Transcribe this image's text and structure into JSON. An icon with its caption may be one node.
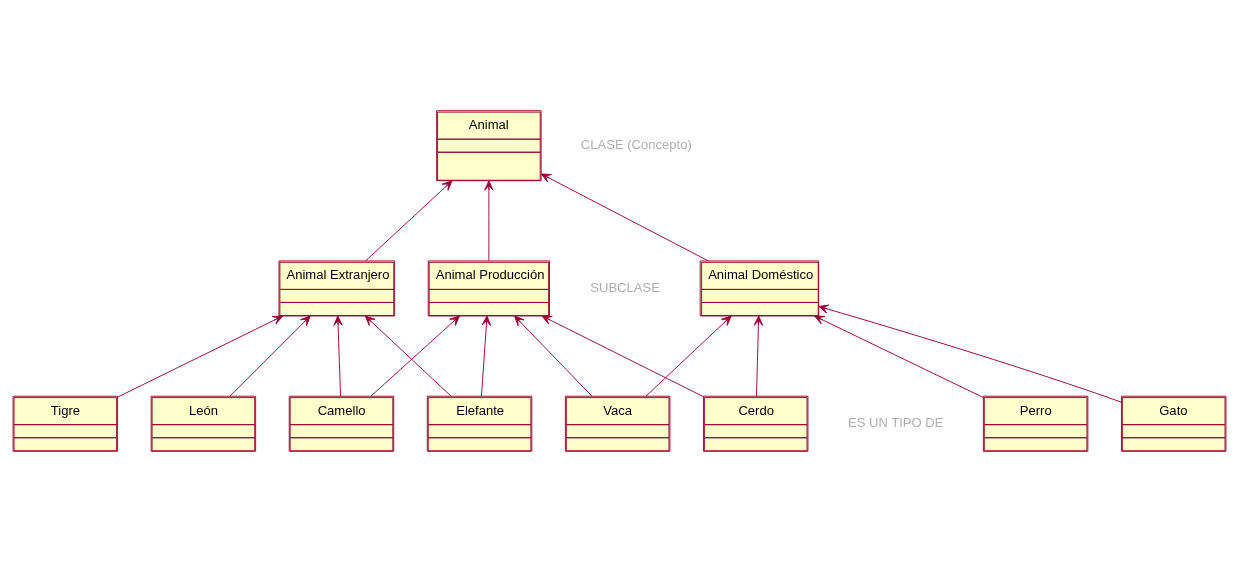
{
  "diagram": {
    "nodes": [
      {
        "text": [
          "Animal"
        ]
      },
      {
        "text": [
          "Animal Doméstico"
        ]
      },
      {
        "text": [
          "Animal Producción"
        ]
      },
      {
        "text": [
          "Animal Extranjero"
        ]
      },
      {
        "text": [
          "Perro"
        ]
      },
      {
        "text": [
          "Gato"
        ]
      },
      {
        "text": [
          "Cerdo"
        ]
      },
      {
        "text": [
          "Vaca"
        ]
      },
      {
        "text": [
          "Elefante"
        ]
      },
      {
        "text": [
          "Camello"
        ]
      },
      {
        "text": [
          "León"
        ]
      },
      {
        "text": [
          "Tigre"
        ]
      }
    ],
    "edges": [
      {
        "from": 1,
        "to": 0,
        "arrow": "to"
      },
      {
        "from": 2,
        "to": 0,
        "arrow": "to"
      },
      {
        "from": 3,
        "to": 0,
        "arrow": "to"
      },
      {
        "from": 4,
        "to": 1,
        "arrow": "to"
      },
      {
        "from": 5,
        "to": 1,
        "arrow": "to"
      },
      {
        "from": 6,
        "to": 1,
        "arrow": "to"
      },
      {
        "from": 7,
        "to": 1,
        "arrow": "to"
      },
      {
        "from": 6,
        "to": 2,
        "arrow": "to"
      },
      {
        "from": 7,
        "to": 2,
        "arrow": "to"
      },
      {
        "from": 8,
        "to": 2,
        "arrow": "to"
      },
      {
        "from": 9,
        "to": 2,
        "arrow": "to"
      },
      {
        "from": 8,
        "to": 3,
        "arrow": "to"
      },
      {
        "from": 9,
        "to": 3,
        "arrow": "to"
      },
      {
        "from": 10,
        "to": 3,
        "arrow": "to"
      },
      {
        "from": 11,
        "to": 3,
        "arrow": "to"
      }
    ],
    "labels": [
      "CLASE (Concepto)",
      "SUBCLASE",
      "ES UN TIPO DE"
    ]
  }
}
